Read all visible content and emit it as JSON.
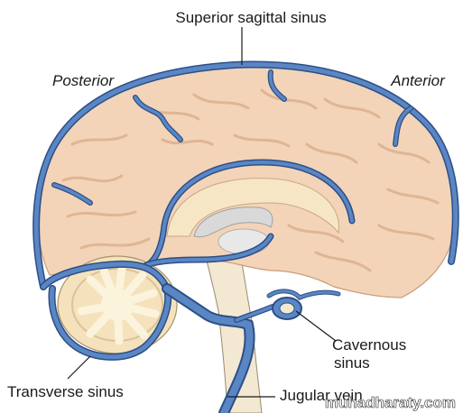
{
  "labels": {
    "superior_sagittal_sinus": "Superior sagittal sinus",
    "posterior": "Posterior",
    "anterior": "Anterior",
    "cavernous_sinus_line1": "Cavernous",
    "cavernous_sinus_line2": "sinus",
    "transverse_sinus": "Transverse sinus",
    "jugular_vein": "Jugular vein"
  },
  "watermark": "muhadharaty.com",
  "colors": {
    "vein": "#5b86c4",
    "vein_outline": "#2c4f86",
    "brain": "#f3d4b8",
    "gyri": "#e0b593",
    "cerebellum": "#f5e2bc",
    "cerebellum_white": "#fbf3dc",
    "brainstem": "#f3e8d2",
    "ventricle": "#d9d9d9",
    "corpus_callosum": "#f7e6c6"
  }
}
